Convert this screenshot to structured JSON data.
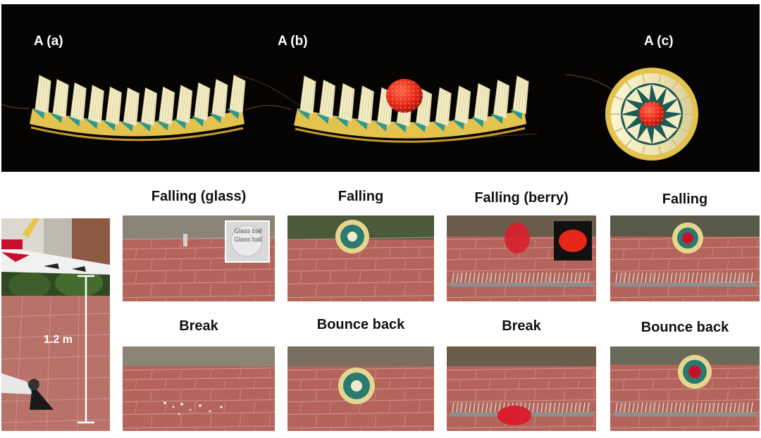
{
  "panels": {
    "a": {
      "label": "A (a)"
    },
    "b": {
      "label": "A (b)"
    },
    "c": {
      "label": "A (c)"
    }
  },
  "experiments": {
    "height_label": "1.2 m",
    "columns": [
      {
        "top_caption": "Falling (glass)",
        "bottom_caption": "Break",
        "inset_text_1": "Glass ball",
        "inset_text_2": "Glass ball"
      },
      {
        "top_caption": "Falling",
        "bottom_caption": "Bounce back"
      },
      {
        "top_caption": "Falling (berry)",
        "bottom_caption": "Break"
      },
      {
        "top_caption": "Falling",
        "bottom_caption": "Bounce back"
      }
    ]
  },
  "colors": {
    "background_dark": "#050403",
    "paper_cream": "#efe6b4",
    "paper_yellow": "#e3c24e",
    "teal": "#2a9a8e",
    "berry_red": "#e8271a",
    "brick": "#b4645a",
    "spike_metal": "#c9c9c9"
  }
}
